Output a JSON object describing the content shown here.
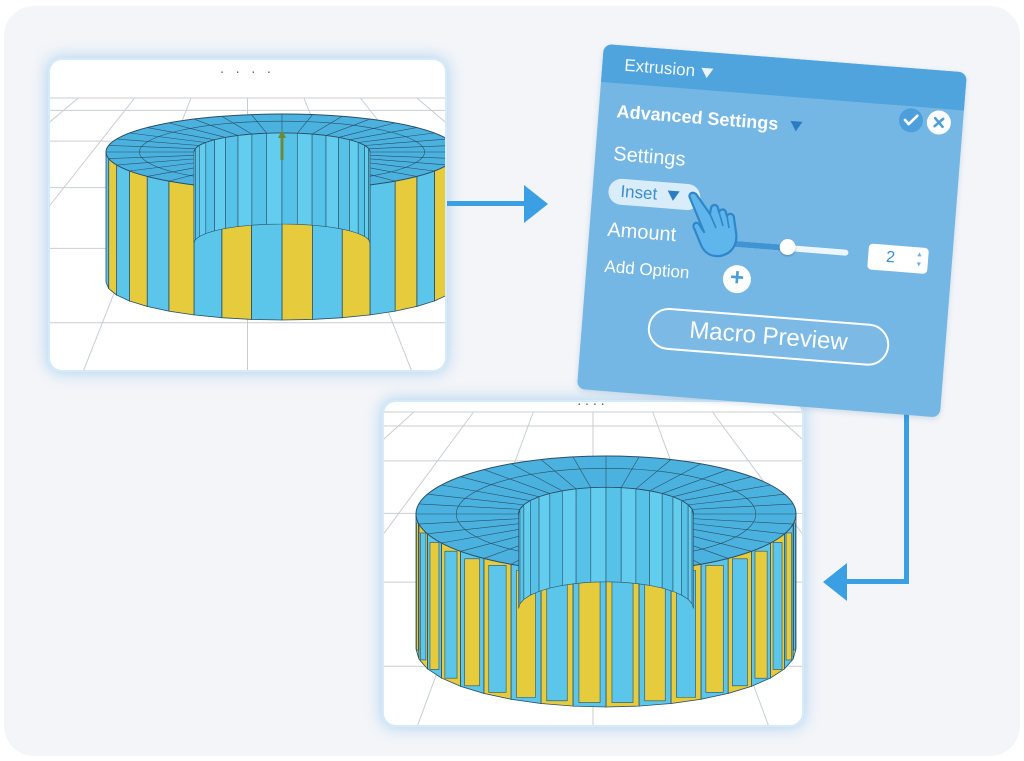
{
  "panel": {
    "header_title": "Extrusion",
    "section_title": "Advanced Settings",
    "settings_label": "Settings",
    "mode_value": "Inset",
    "amount_label": "Amount",
    "amount_value": "2",
    "amount_slider_fraction": 0.57,
    "add_option_label": "Add Option",
    "macro_button_label": "Macro Preview"
  },
  "viewport_before": {
    "toolbar_dots": ". . . ."
  },
  "viewport_after": {
    "toolbar_dots": "...."
  },
  "colors": {
    "canvas": "#f3f5f8",
    "panel": "#74b6e4",
    "panel_header": "#4fa4dd",
    "arrow": "#3a9fe3",
    "model_blue": "#5cc6ea",
    "model_yellow": "#e6cc3c"
  },
  "icons": [
    "checkmark-icon",
    "close-icon",
    "dropdown-arrow-icon",
    "plus-icon",
    "pointing-hand-icon",
    "arrow-right-icon",
    "arrow-left-icon"
  ]
}
